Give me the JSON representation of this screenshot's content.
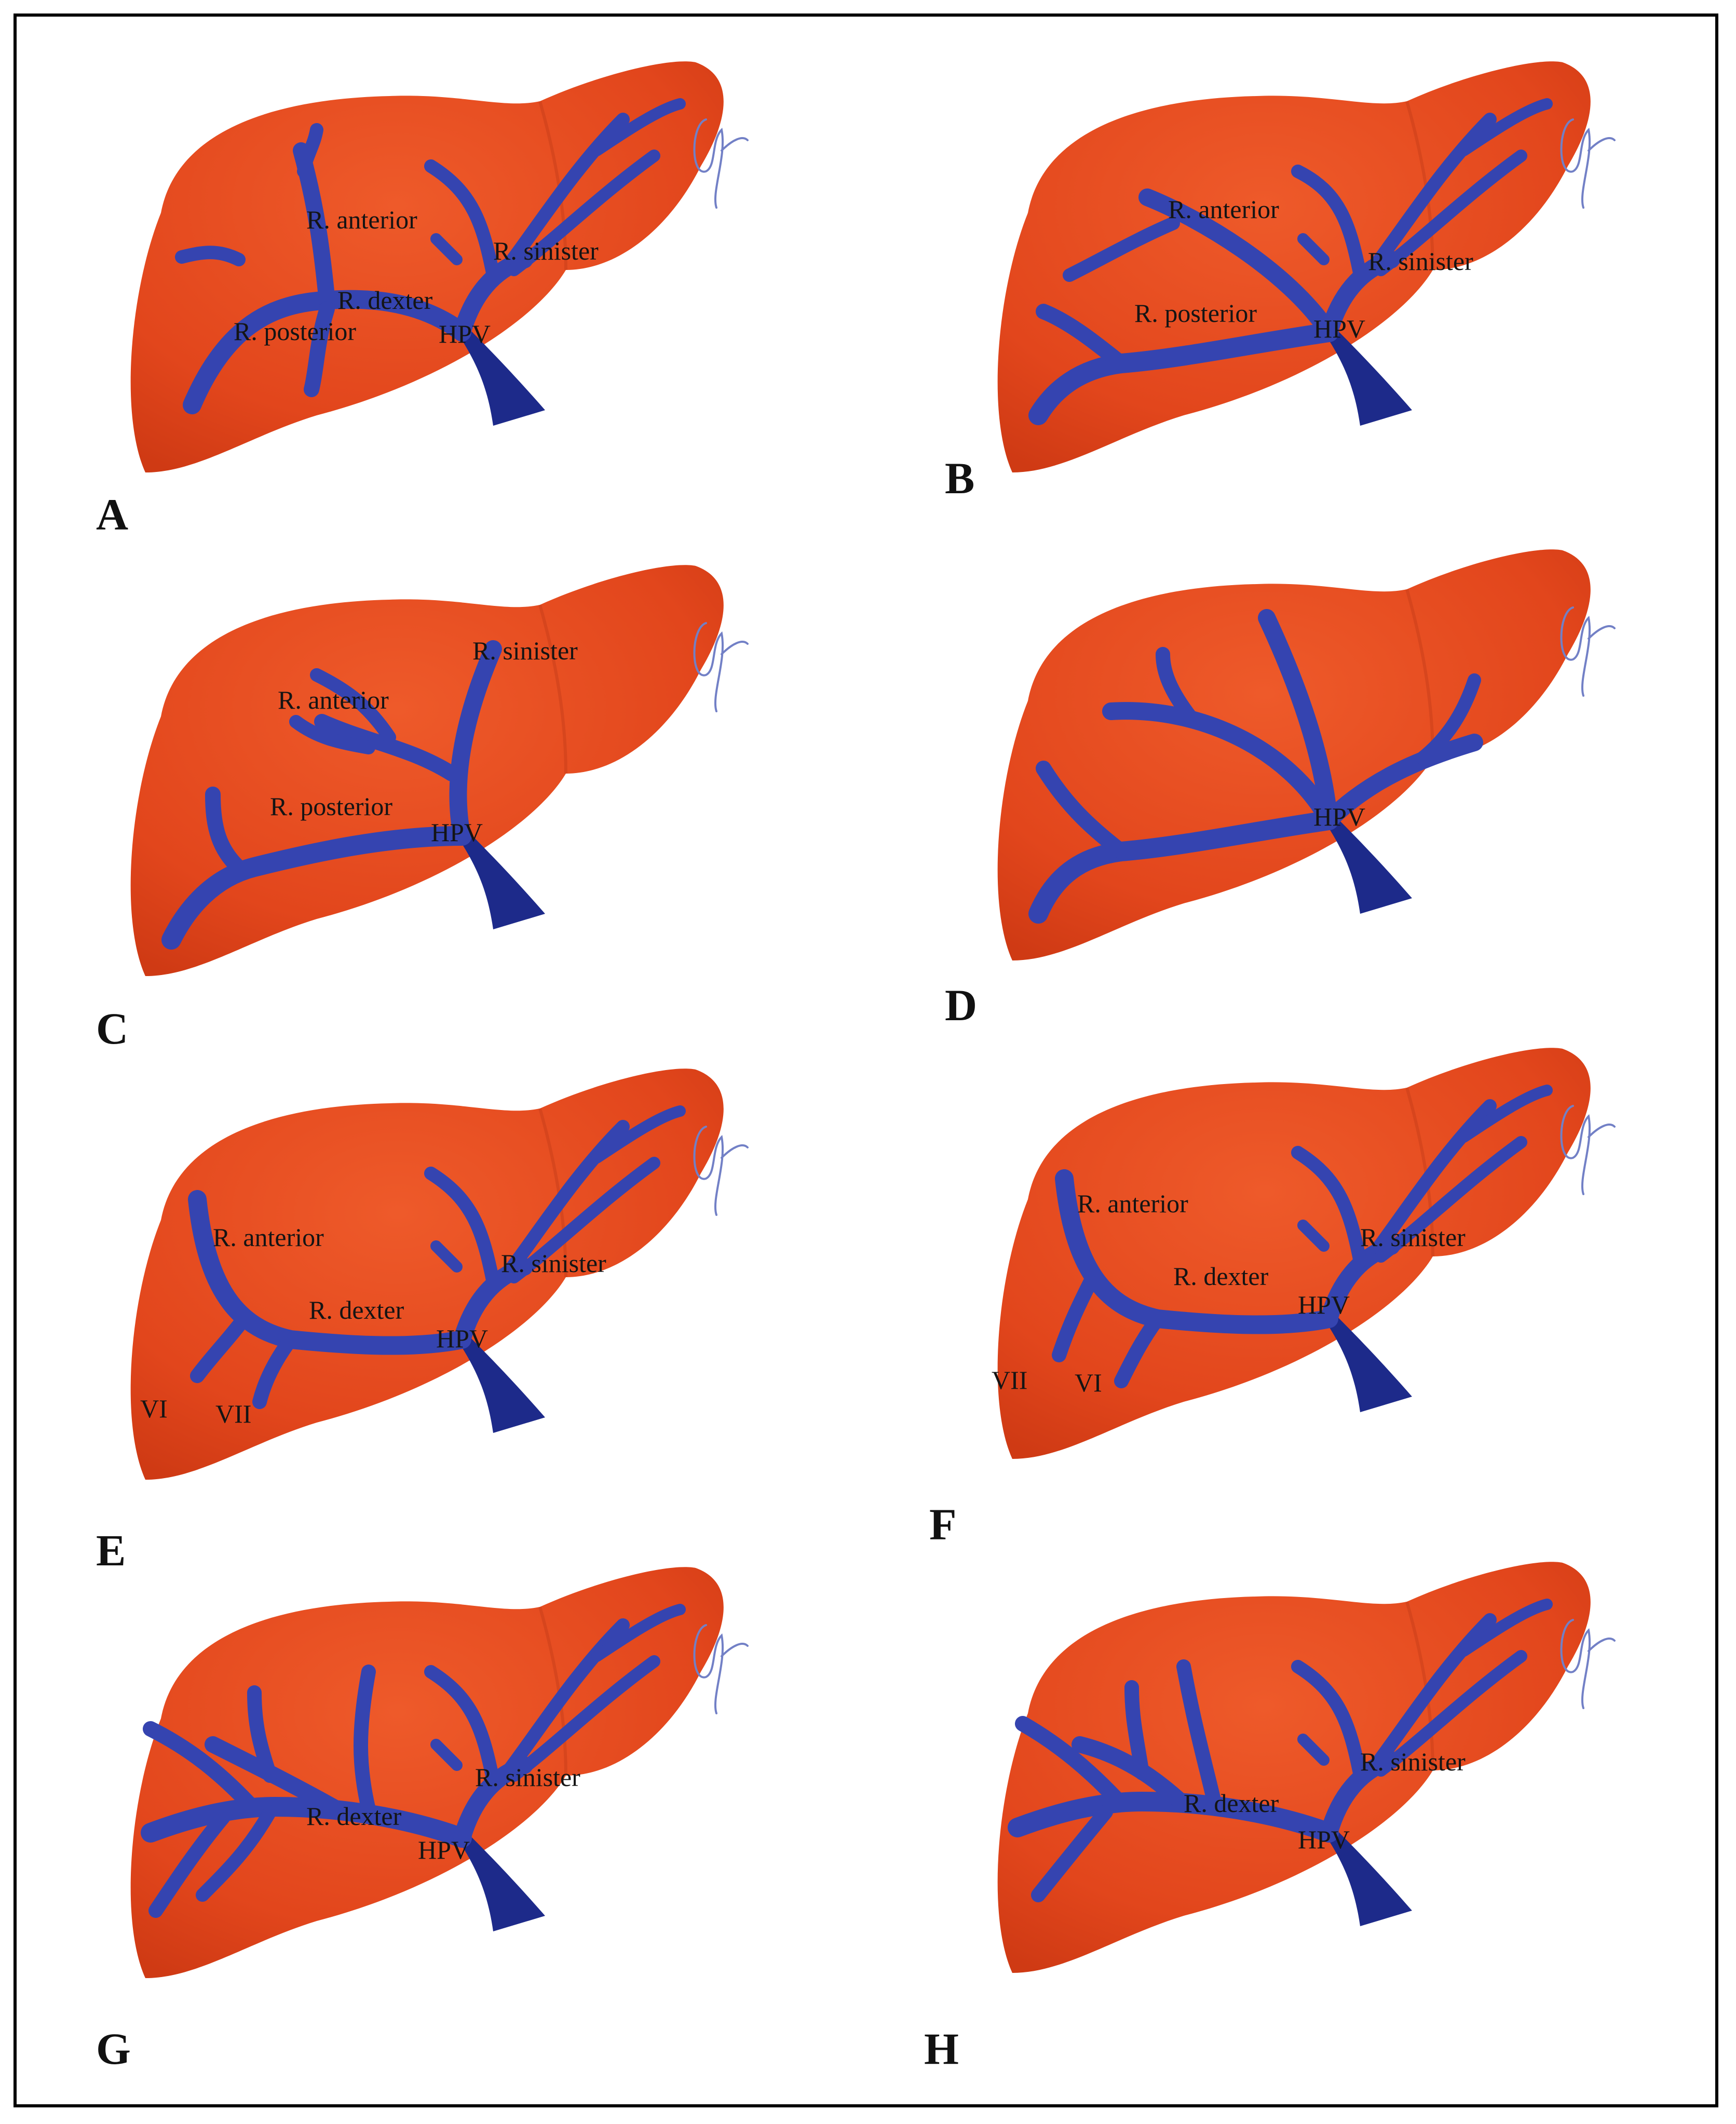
{
  "signature_color": "#7280c6",
  "colors": {
    "liver": "#e24a1e",
    "liver_highlight": "#f06a3c",
    "vein": "#3544b0",
    "trunk": "#1d2a8a"
  },
  "panels": [
    {
      "letter": "A",
      "labels": {
        "anterior": "R. anterior",
        "sinister": "R. sinister",
        "dexter": "R. dexter",
        "posterior": "R. posterior",
        "hpv": "HPV"
      }
    },
    {
      "letter": "B",
      "labels": {
        "anterior": "R. anterior",
        "sinister": "R. sinister",
        "posterior": "R. posterior",
        "hpv": "HPV"
      }
    },
    {
      "letter": "C",
      "labels": {
        "sinister": "R. sinister",
        "anterior": "R. anterior",
        "posterior": "R. posterior",
        "hpv": "HPV"
      }
    },
    {
      "letter": "D",
      "labels": {
        "hpv": "HPV"
      }
    },
    {
      "letter": "E",
      "labels": {
        "anterior": "R. anterior",
        "sinister": "R. sinister",
        "dexter": "R. dexter",
        "hpv": "HPV",
        "vi": "VI",
        "vii": "VII"
      }
    },
    {
      "letter": "F",
      "labels": {
        "anterior": "R. anterior",
        "sinister": "R. sinister",
        "dexter": "R. dexter",
        "hpv": "HPV",
        "vii": "VII",
        "vi": "VI"
      }
    },
    {
      "letter": "G",
      "labels": {
        "sinister": "R. sinister",
        "dexter": "R. dexter",
        "hpv": "HPV"
      }
    },
    {
      "letter": "H",
      "labels": {
        "sinister": "R. sinister",
        "dexter": "R. dexter",
        "hpv": "HPV"
      }
    }
  ]
}
